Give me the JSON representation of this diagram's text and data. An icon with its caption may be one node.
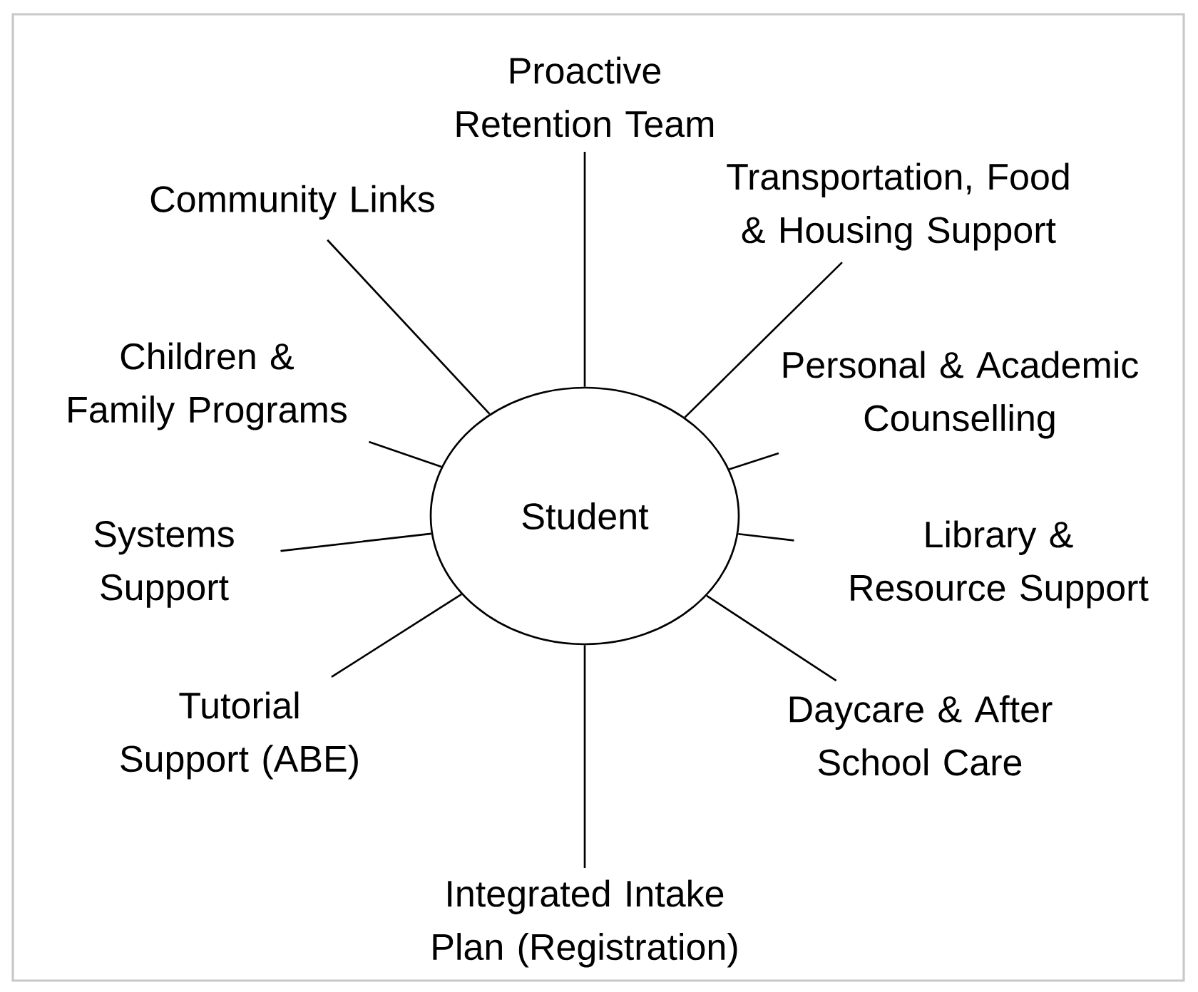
{
  "diagram": {
    "nodes": [
      {
        "text": [
          "Student"
        ]
      },
      {
        "text": [
          "Proactive Retention Team"
        ]
      },
      {
        "text": [
          "Community Links"
        ]
      },
      {
        "text": [
          "Transportation, Food & Housing Support"
        ]
      },
      {
        "text": [
          "Children & Family Programs"
        ]
      },
      {
        "text": [
          "Personal & Academic Counselling"
        ]
      },
      {
        "text": [
          "Systems Support"
        ]
      },
      {
        "text": [
          "Library & Resource Support"
        ]
      },
      {
        "text": [
          "Tutorial Support (ABE)"
        ]
      },
      {
        "text": [
          "Daycare & After School Care"
        ]
      },
      {
        "text": [
          "Integrated Intake Plan (Registration)"
        ]
      }
    ],
    "edges": [
      {
        "from": 0,
        "to": 1,
        "arrow": "none"
      },
      {
        "from": 0,
        "to": 2,
        "arrow": "none"
      },
      {
        "from": 0,
        "to": 3,
        "arrow": "none"
      },
      {
        "from": 0,
        "to": 4,
        "arrow": "none"
      },
      {
        "from": 0,
        "to": 5,
        "arrow": "none"
      },
      {
        "from": 0,
        "to": 6,
        "arrow": "none"
      },
      {
        "from": 0,
        "to": 7,
        "arrow": "none"
      },
      {
        "from": 0,
        "to": 8,
        "arrow": "none"
      },
      {
        "from": 0,
        "to": 9,
        "arrow": "none"
      },
      {
        "from": 0,
        "to": 10,
        "arrow": "none"
      }
    ]
  }
}
